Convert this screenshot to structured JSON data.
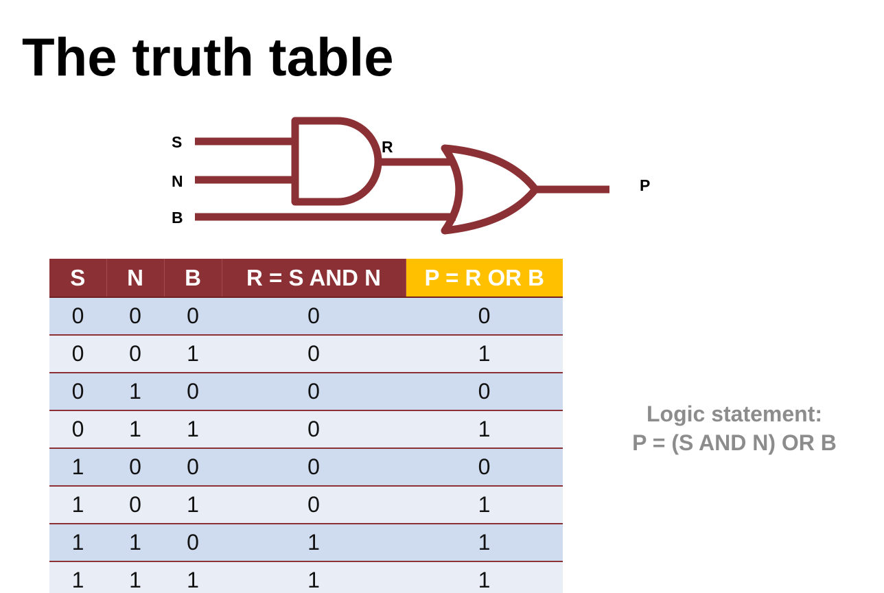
{
  "title": "The truth table",
  "circuit": {
    "inputs": [
      "S",
      "N",
      "B"
    ],
    "intermediate": "R",
    "output": "P",
    "gates": [
      "AND",
      "OR"
    ],
    "wire_color": "#8b3034"
  },
  "table": {
    "headers": [
      "S",
      "N",
      "B",
      "R = S AND N",
      "P = R OR B"
    ],
    "rows": [
      [
        "0",
        "0",
        "0",
        "0",
        "0"
      ],
      [
        "0",
        "0",
        "1",
        "0",
        "1"
      ],
      [
        "0",
        "1",
        "0",
        "0",
        "0"
      ],
      [
        "0",
        "1",
        "1",
        "0",
        "1"
      ],
      [
        "1",
        "0",
        "0",
        "0",
        "0"
      ],
      [
        "1",
        "0",
        "1",
        "0",
        "1"
      ],
      [
        "1",
        "1",
        "0",
        "1",
        "1"
      ],
      [
        "1",
        "1",
        "1",
        "1",
        "1"
      ]
    ],
    "header_color": "#8b3034",
    "highlight_color": "#ffc000"
  },
  "logic_statement": {
    "label": "Logic statement:",
    "expression": "P = (S AND N) OR B"
  }
}
